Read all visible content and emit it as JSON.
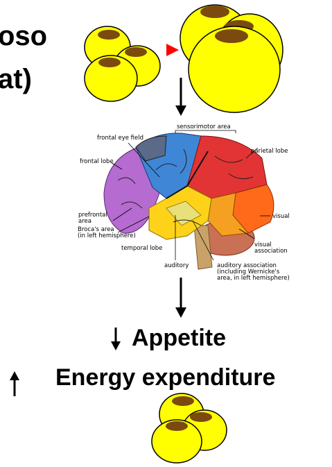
{
  "title_lines": [
    "oso",
    "at)"
  ],
  "brain": {
    "labels": {
      "sensorimotor": "sensorimotor area",
      "frontal_eye_field": "frontal eye field",
      "parietal_lobe": "parietal lobe",
      "frontal_lobe": "frontal lobe",
      "prefrontal_1": "prefrontal",
      "prefrontal_2": "area",
      "broca_1": "Broca's area",
      "broca_2": "(in left hemisphere)",
      "visual": "visual",
      "temporal_lobe": "temporal lobe",
      "visual_assoc_1": "visual",
      "visual_assoc_2": "association",
      "auditory": "auditory",
      "auditory_assoc_1": "auditory association",
      "auditory_assoc_2": "(including Wernicke's",
      "auditory_assoc_3": "area, in left hemisphere)"
    }
  },
  "effects": {
    "appetite": "Appetite",
    "energy": "Energy expenditure"
  },
  "colors": {
    "fat_cell_fill": "#ffff00",
    "fat_cell_nucleus": "#7b4a0f",
    "red_arrow": "#ff0000"
  }
}
